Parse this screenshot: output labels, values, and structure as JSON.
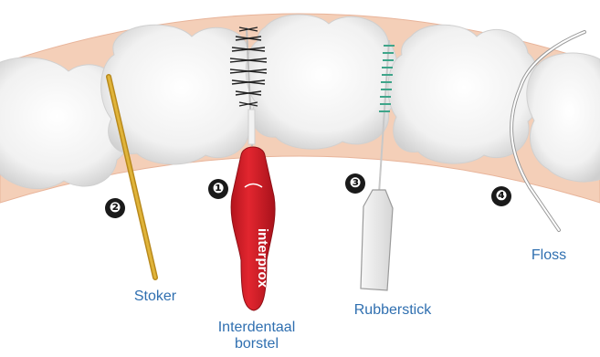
{
  "colors": {
    "gum": "#f4cfb8",
    "gum_edge": "#e8b49a",
    "tooth": "#f4f4f4",
    "tooth_shade": "#d9d9d9",
    "label": "#2f6fb0",
    "brush_red": "#d3202a",
    "stoker": "#d4a62a",
    "rubber_green": "#3fa58a",
    "number_badge": "#1a1a1a"
  },
  "tools": [
    {
      "number": "❶",
      "label": "Interdentaal\nborstel",
      "line1": "Interdentaal",
      "line2": "borstel",
      "brand": "interprox",
      "icon": "interdental-brush-icon"
    },
    {
      "number": "❷",
      "label": "Stoker",
      "icon": "toothpick-icon"
    },
    {
      "number": "❸",
      "label": "Rubberstick",
      "icon": "rubber-stick-icon"
    },
    {
      "number": "❹",
      "label": "Floss",
      "icon": "floss-icon"
    }
  ]
}
